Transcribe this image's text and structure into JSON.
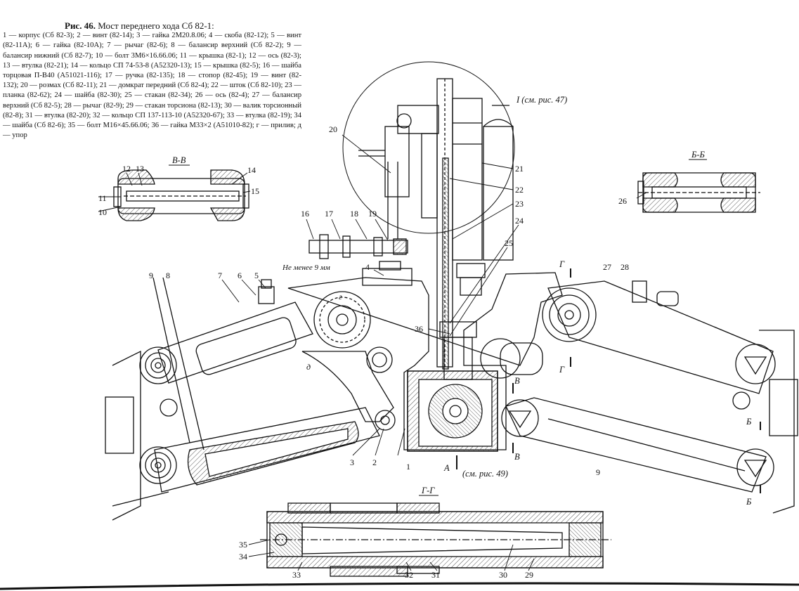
{
  "caption": {
    "title_num": "Рис. 46.",
    "title_text": "Мост переднего хода Сб 82-1:",
    "legend": "1 — корпус (Сб 82-3); 2 — винт (82-14); 3 — гайка 2М20.8.06; 4 — скоба (82-12); 5 — винт (82-11А); 6 — гайка (82-10А); 7 — рычаг (82-6); 8 — балансир верхний (Сб 82-2); 9 — балансир нижний (Сб 82-7); 10 — болт 3М6×16.66.06; 11 — крышка (82-1); 12 — ось (82-3); 13 — втулка (82-21); 14 — кольцо СП 74-53-8 (А52320-13); 15 — крышка (82-5); 16 — шайба торцовая П-В40 (А51021-116); 17 — ручка (82-135); 18 — стопор (82-45); 19 — винт (82-132); 20 — розмах (Сб 82-11); 21 — домкрат передний (Сб 82-4); 22 — шток (Сб 82-10); 23 — планка (82-62); 24 — шайба (82-30); 25 — стакан (82-34); 26 — ось (82-4); 27 — балансир верхний (Сб 82-5); 28 — рычаг (82-9); 29 — стакан торсиона (82-13); 30 — валик торсионный (82-8); 31 — втулка (82-20); 32 — кольцо СП 137-113-10 (А52320-67); 33 — втулка (82-19); 34 — шайба (Сб 82-6); 35 — болт М16×45.66.06; 36 — гайка М33×2 (А51010-82); г — прилив; д — упор"
  },
  "sections": {
    "vv": "В-В",
    "bb": "Б-Б",
    "gg": "Г-Г",
    "detail_ref": "I (см. рис. 47)",
    "section_ref": "(см. рис. 49)",
    "min_note": "Не менее 9 мм"
  },
  "markers": {
    "a": "А",
    "b": "Б",
    "v": "В",
    "g": "Г"
  },
  "labels": {
    "n1": "1",
    "n2": "2",
    "n3": "3",
    "n4": "4",
    "n5": "5",
    "n6": "6",
    "n7": "7",
    "n8": "8",
    "n9": "9",
    "n10": "10",
    "n11": "11",
    "n12": "12",
    "n13": "13",
    "n14": "14",
    "n15": "15",
    "n16": "16",
    "n17": "17",
    "n18": "18",
    "n19": "19",
    "n20": "20",
    "n21": "21",
    "n22": "22",
    "n23": "23",
    "n24": "24",
    "n25": "25",
    "n26": "26",
    "n27": "27",
    "n28": "28",
    "n29": "29",
    "n30": "30",
    "n31": "31",
    "n32": "32",
    "n33": "33",
    "n34": "34",
    "n35": "35",
    "n36": "36",
    "g": "г",
    "d": "д"
  },
  "colors": {
    "ink": "#111111",
    "hatch": "#555555",
    "paper": "#ffffff"
  }
}
